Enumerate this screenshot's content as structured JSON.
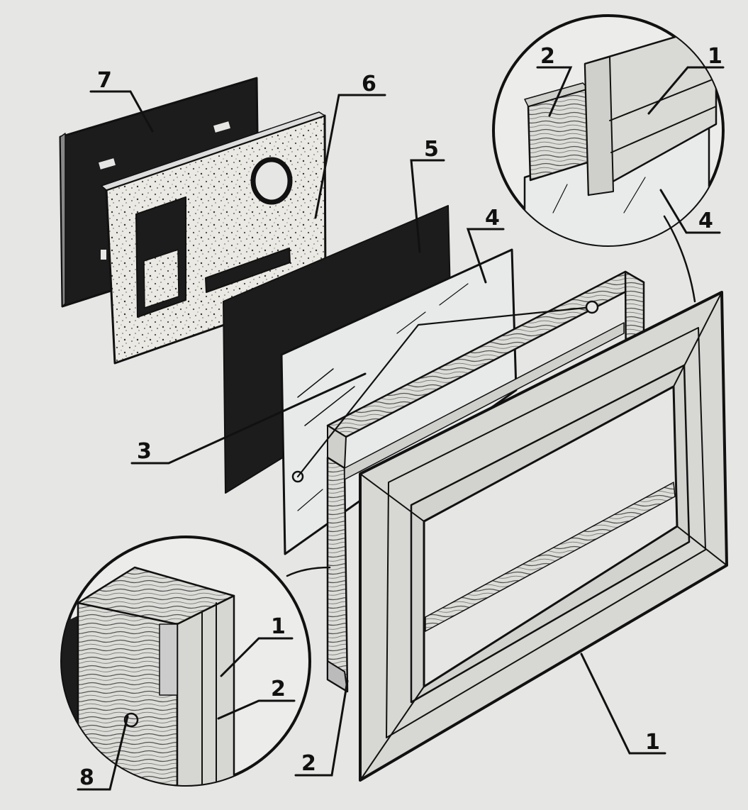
{
  "labels": {
    "frame": "1",
    "inner_frame": "2",
    "wire": "3",
    "glass": "4",
    "dark_sheet": "5",
    "foam_mat": "6",
    "back_board": "7",
    "screw": "8"
  },
  "colors": {
    "paper": "#e6e6e4",
    "ink": "#111111",
    "dark_panel": "#1c1c1c",
    "foam": "#ebe9e3",
    "glass": "#e8eaea",
    "wood": "#dcdcd8"
  }
}
